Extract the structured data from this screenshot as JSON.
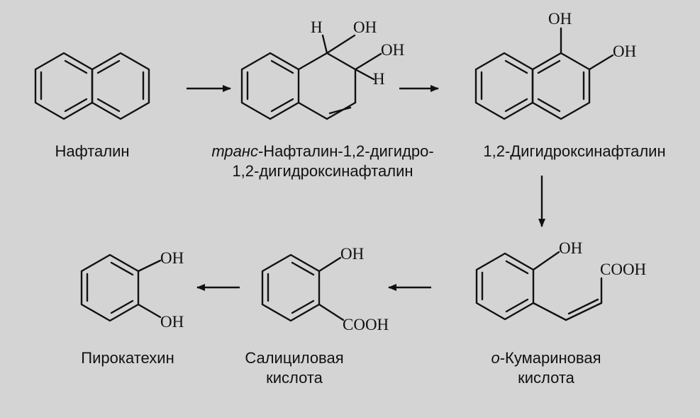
{
  "molecules": {
    "naphthalene": {
      "name": "Нафталин"
    },
    "dihydrodiol": {
      "name_italic": "транс",
      "name_rest": "-Нафталин-1,2-дигидро-",
      "name_line2": "1,2-дигидроксинафталин"
    },
    "dihydroxynaphthalene": {
      "name": "1,2-Дигидроксинафталин"
    },
    "coumaric": {
      "name_italic": "о",
      "name_rest": "-Кумариновая",
      "name_line2": "кислота"
    },
    "salicylic": {
      "name": "Салициловая",
      "name_line2": "кислота"
    },
    "catechol": {
      "name": "Пирокатехин"
    }
  },
  "atoms": {
    "oh": "OH",
    "h": "H",
    "cooh": "COOH"
  },
  "colors": {
    "background": "#d4d4d4",
    "ink": "#111111"
  }
}
